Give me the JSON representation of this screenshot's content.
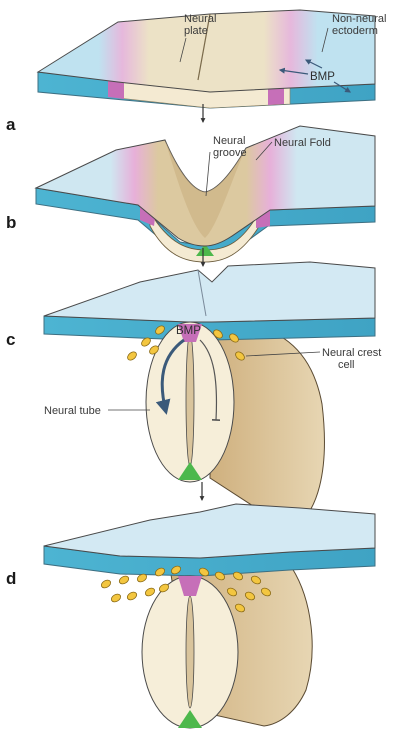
{
  "panels": {
    "a": {
      "letter": "a",
      "labels": {
        "neural_plate_1": "Neural",
        "neural_plate_2": "plate",
        "non_neural_1": "Non-neural",
        "non_neural_2": "ectoderm",
        "bmp": "BMP"
      }
    },
    "b": {
      "letter": "b",
      "labels": {
        "neural_groove_1": "Neural",
        "neural_groove_2": "groove",
        "neural_fold": "Neural Fold"
      }
    },
    "c": {
      "letter": "c",
      "labels": {
        "bmp": "BMP",
        "neural_crest_1": "Neural crest",
        "neural_crest_2": "cell",
        "neural_tube": "Neural tube"
      }
    },
    "d": {
      "letter": "d"
    }
  },
  "colors": {
    "epidermis_top": "#d6eaf3",
    "epidermis_side": "#4fb3d1",
    "neural_tissue": "#f5edd7",
    "neural_tan": "#d8c39b",
    "tube_side": "#c8a877",
    "border_pink": "#e6a8d2",
    "magenta": "#c66fb8",
    "green": "#4db84c",
    "crest_yellow": "#f3c640",
    "crest_outline": "#8a6a16",
    "bmp_arrow": "#3b5a7a",
    "outline": "#4a4a4a"
  }
}
